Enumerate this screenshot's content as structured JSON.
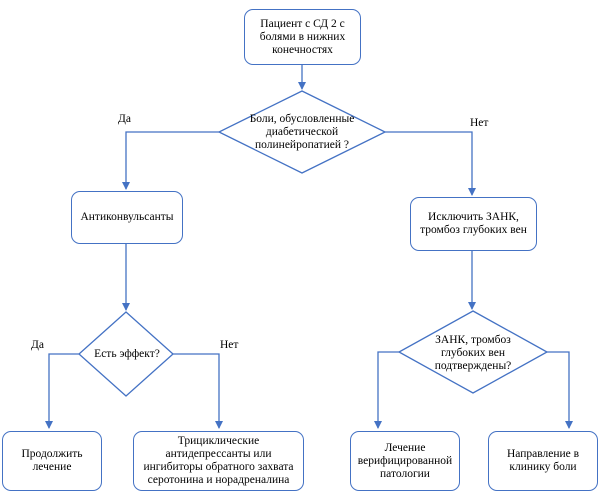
{
  "nodes": {
    "start": "Пациент с СД 2 с болями в нижних конечностях",
    "q1": "Боли, обусловленные диабетической полинейропатией ?",
    "anticonv": "Антиконвульсанты",
    "exclude": "Исключить ЗАНК, тромбоз глубоких вен",
    "q2": "Есть эффект?",
    "q3": "ЗАНК, тромбоз глубоких вен подтверждены?",
    "continue": "Продолжить лечение",
    "tca": "Трициклические антидепрессанты или ингибиторы обратного захвата серотонина и норадреналина",
    "treat": "Лечение верифицированной патологии",
    "refer": "Направление в клинику боли"
  },
  "labels": {
    "q1_yes": "Да",
    "q1_no": "Нет",
    "q2_yes": "Да",
    "q2_no": "Нет"
  },
  "colors": {
    "line": "#4472C4"
  }
}
